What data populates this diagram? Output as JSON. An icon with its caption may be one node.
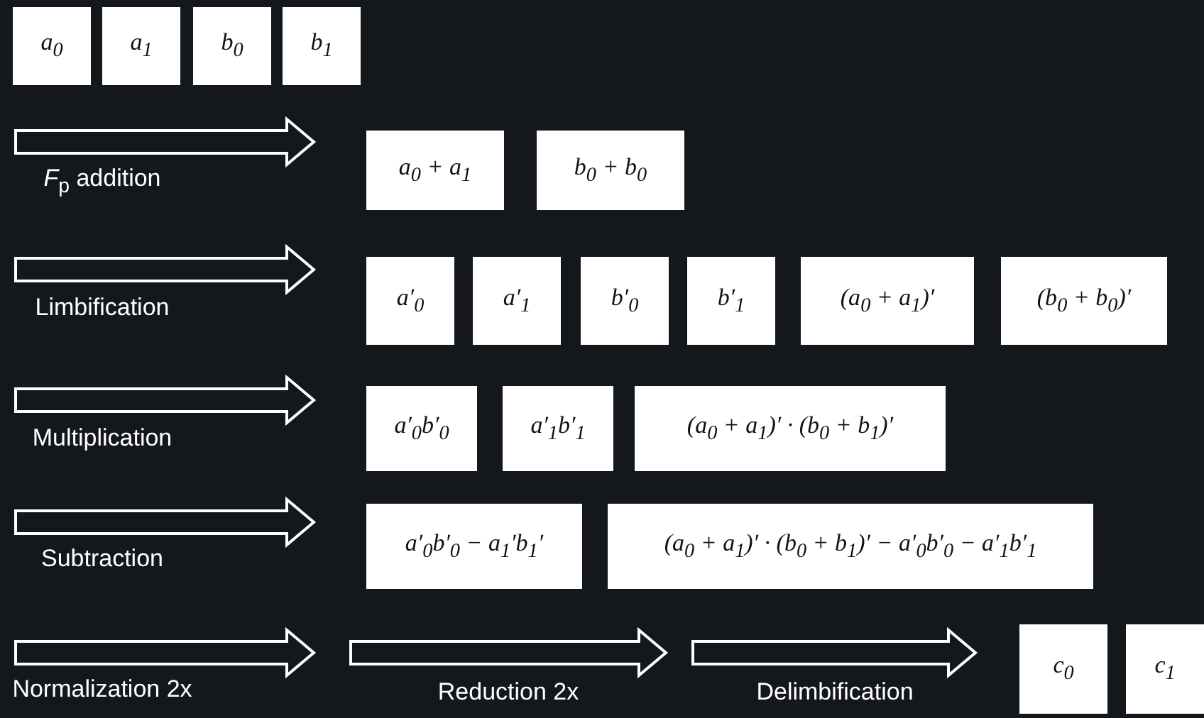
{
  "diagram": {
    "nodes": [
      {
        "text": [
          "a$_{0}$"
        ]
      },
      {
        "text": [
          "a$_{1}$"
        ]
      },
      {
        "text": [
          "b$_{0}$"
        ]
      },
      {
        "text": [
          "b$_{1}$"
        ]
      },
      {
        "text": [
          "a$_{0}$ + a$_{1}$"
        ]
      },
      {
        "text": [
          "b$_{0}$ + b$_{0}$"
        ]
      },
      {
        "text": [
          "a′$_{0}$"
        ]
      },
      {
        "text": [
          "a′$_{1}$"
        ]
      },
      {
        "text": [
          "b′$_{0}$"
        ]
      },
      {
        "text": [
          "b′$_{1}$"
        ]
      },
      {
        "text": [
          "(a$_{0}$ + a$_{1}$)′"
        ]
      },
      {
        "text": [
          "(b$_{0}$ + b$_{0}$)′"
        ]
      },
      {
        "text": [
          "a′$_{0}$b′$_{0}$"
        ]
      },
      {
        "text": [
          "a′$_{1}$b′$_{1}$"
        ]
      },
      {
        "text": [
          "(a$_{0}$ + a$_{1}$)′ · (b$_{0}$ + b$_{1}$)′"
        ]
      },
      {
        "text": [
          "a′$_{0}$b′$_{0}$ − a$_{1}$′b$_{1}$′"
        ]
      },
      {
        "text": [
          "(a$_{0}$ + a$_{1}$)′ · (b$_{0}$ + b$_{1}$)′ − a′$_{0}$b′$_{0}$ − a′$_{1}$b′$_{1}$"
        ]
      },
      {
        "text": [
          "c$_{0}$"
        ]
      },
      {
        "text": [
          "c$_{1}$"
        ]
      }
    ],
    "edges": [],
    "labels": [
      "*F*$_{p}$ addition",
      "Limbification",
      "Multiplication",
      "Subtraction",
      "Normalization 2x",
      "Reduction 2x",
      "Delimbification"
    ]
  }
}
